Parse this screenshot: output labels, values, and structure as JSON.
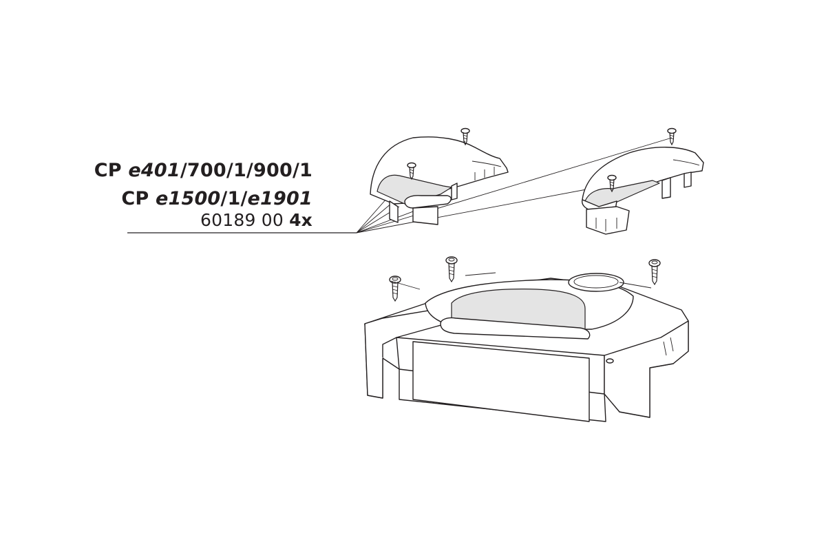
{
  "labels": {
    "line1": {
      "prefix": "CP ",
      "model": "e401",
      "rest": "/700/1/900/1"
    },
    "line2": {
      "prefix": "CP ",
      "model1": "e1500",
      "mid": "/1/",
      "model2": "e1901"
    },
    "line3": {
      "part_number": "60189 00 ",
      "quantity": "4x"
    }
  },
  "colors": {
    "ink": "#231f20",
    "shade": "#e4e4e4",
    "background": "#ffffff"
  }
}
